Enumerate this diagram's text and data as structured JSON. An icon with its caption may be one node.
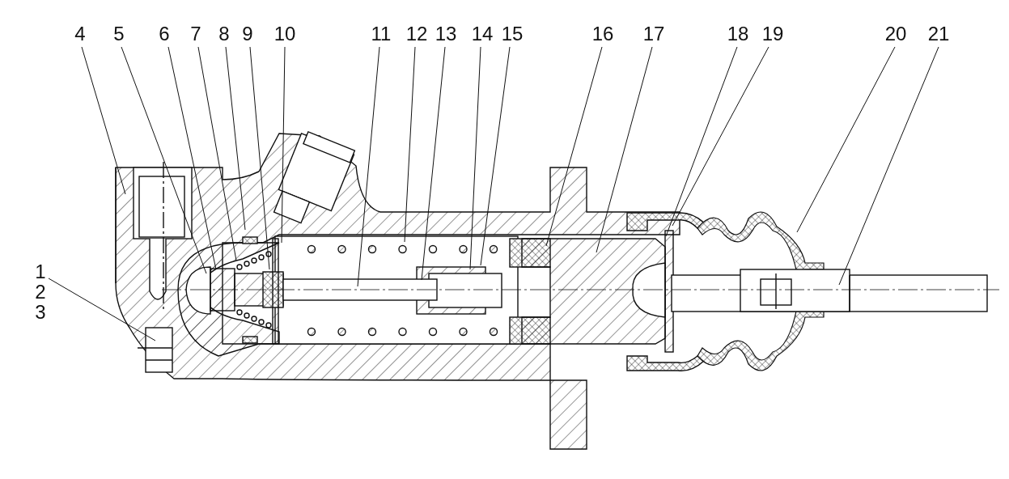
{
  "diagram": {
    "nodes": [
      {
        "text": [
          "1"
        ]
      },
      {
        "text": [
          "2"
        ]
      },
      {
        "text": [
          "3"
        ]
      },
      {
        "text": [
          "4"
        ]
      },
      {
        "text": [
          "5"
        ]
      },
      {
        "text": [
          "6"
        ]
      },
      {
        "text": [
          "7"
        ]
      },
      {
        "text": [
          "8"
        ]
      },
      {
        "text": [
          "9"
        ]
      },
      {
        "text": [
          "10"
        ]
      },
      {
        "text": [
          "11"
        ]
      },
      {
        "text": [
          "12"
        ]
      },
      {
        "text": [
          "13"
        ]
      },
      {
        "text": [
          "14"
        ]
      },
      {
        "text": [
          "15"
        ]
      },
      {
        "text": [
          "16"
        ]
      },
      {
        "text": [
          "17"
        ]
      },
      {
        "text": [
          "18"
        ]
      },
      {
        "text": [
          "19"
        ]
      },
      {
        "text": [
          "20"
        ]
      },
      {
        "text": [
          "21"
        ]
      }
    ],
    "edges": [
      {
        "from": 0,
        "to": null,
        "arrow": "none"
      },
      {
        "from": 1,
        "to": null,
        "arrow": "none"
      },
      {
        "from": 2,
        "to": null,
        "arrow": "none"
      },
      {
        "from": 3,
        "to": null,
        "arrow": "none"
      },
      {
        "from": 4,
        "to": null,
        "arrow": "none"
      },
      {
        "from": 5,
        "to": null,
        "arrow": "none"
      },
      {
        "from": 6,
        "to": null,
        "arrow": "none"
      },
      {
        "from": 7,
        "to": null,
        "arrow": "none"
      },
      {
        "from": 8,
        "to": null,
        "arrow": "none"
      },
      {
        "from": 9,
        "to": null,
        "arrow": "none"
      },
      {
        "from": 10,
        "to": null,
        "arrow": "none"
      },
      {
        "from": 11,
        "to": null,
        "arrow": "none"
      },
      {
        "from": 12,
        "to": null,
        "arrow": "none"
      },
      {
        "from": 13,
        "to": null,
        "arrow": "none"
      },
      {
        "from": 14,
        "to": null,
        "arrow": "none"
      },
      {
        "from": 15,
        "to": null,
        "arrow": "none"
      },
      {
        "from": 16,
        "to": null,
        "arrow": "none"
      },
      {
        "from": 17,
        "to": null,
        "arrow": "none"
      },
      {
        "from": 18,
        "to": null,
        "arrow": "none"
      },
      {
        "from": 19,
        "to": null,
        "arrow": "none"
      },
      {
        "from": 20,
        "to": null,
        "arrow": "none"
      }
    ]
  }
}
